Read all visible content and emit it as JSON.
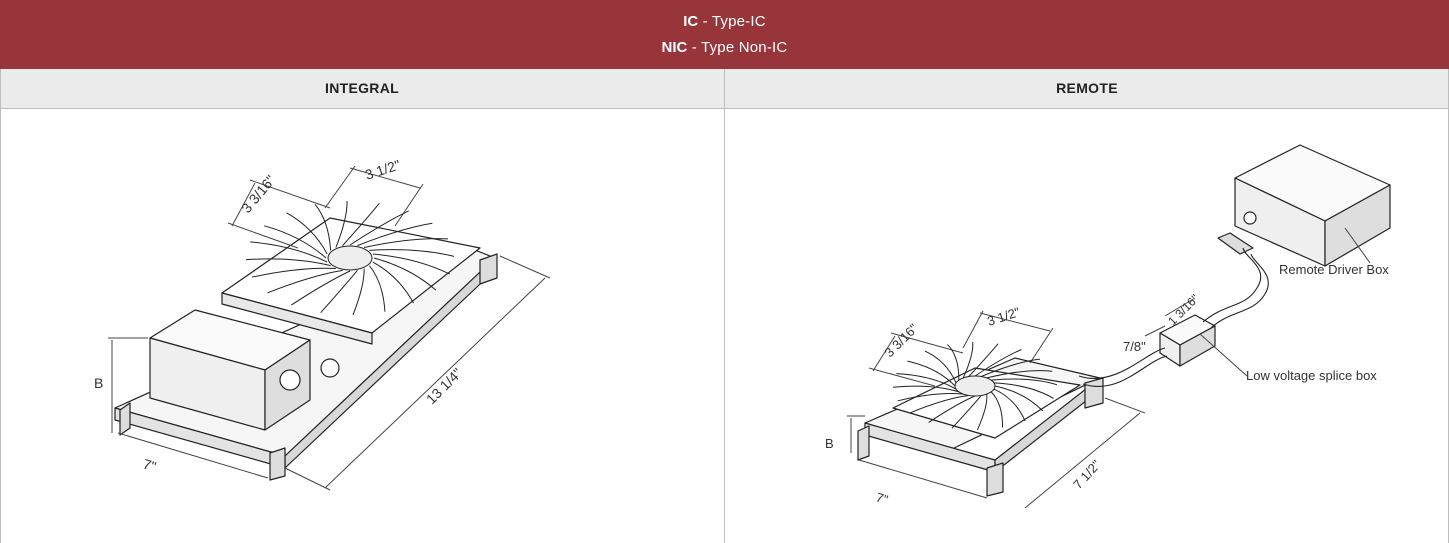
{
  "header": {
    "ic_code": "IC",
    "ic_desc": " - Type-IC",
    "nic_code": "NIC",
    "nic_desc": " - Type Non-IC",
    "bg_color": "#97353a"
  },
  "columns": {
    "integral": "INTEGRAL",
    "remote": "REMOTE"
  },
  "integral": {
    "dim_fin_width": "3 1/2\"",
    "dim_fin_depth": "3 3/16\"",
    "dim_length": "13 1/4\"",
    "dim_width": "7\"",
    "dim_height": "B"
  },
  "remote": {
    "dim_fin_width": "3 1/2\"",
    "dim_fin_depth": "3 3/16\"",
    "dim_length": "7 1/2\"",
    "dim_width": "7\"",
    "dim_height": "B",
    "dim_splice_w": "1 3/16\"",
    "dim_splice_h": "7/8\"",
    "label_driver": "Remote Driver Box",
    "label_splice": "Low voltage splice box"
  }
}
